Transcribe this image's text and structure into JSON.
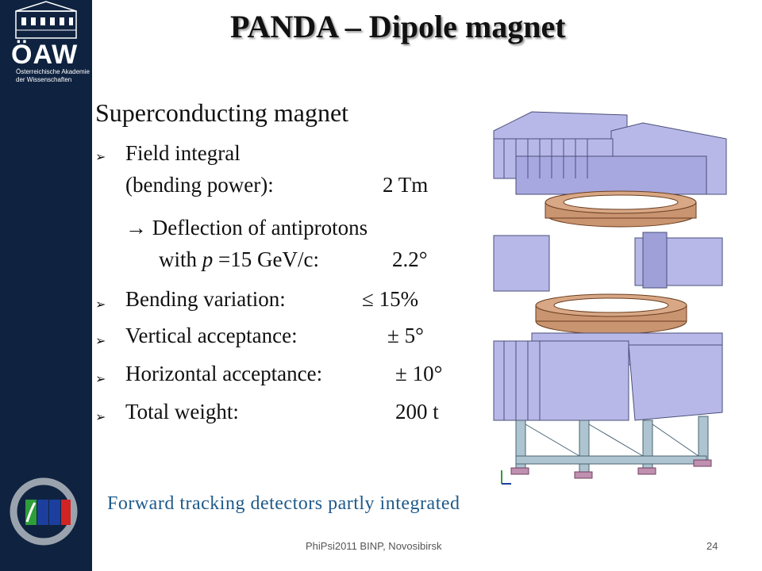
{
  "header": {
    "title": "PANDA – Dipole magnet"
  },
  "logo": {
    "name": "ÖAW",
    "sub1": "Österreichische Akademie",
    "sub2": "der Wissenschaften"
  },
  "main": {
    "subtitle": "Superconducting magnet",
    "field_label_1": "Field integral",
    "field_label_2": "(bending power):",
    "field_value": "2 Tm",
    "deflection_1": "→ Deflection of antiprotons",
    "deflection_2_pre": "with ",
    "deflection_2_p": "p",
    "deflection_2_post": " =15 GeV/c:",
    "deflection_value": "2.2°",
    "bending_label": "Bending variation:",
    "bending_value": "≤ 15%",
    "vertical_label": "Vertical acceptance:",
    "vertical_value": "± 5°",
    "horizontal_label": "Horizontal acceptance:",
    "horizontal_value": "± 10°",
    "weight_label": "Total weight:",
    "weight_value": "200 t",
    "note": "Forward tracking detectors partly integrated"
  },
  "footer": {
    "text": "PhiPsi2011  BINP, Novosibirsk",
    "page": "24"
  },
  "icons": {
    "bullet": "arrowhead-bullet-icon",
    "arrow": "right-arrow-icon"
  }
}
